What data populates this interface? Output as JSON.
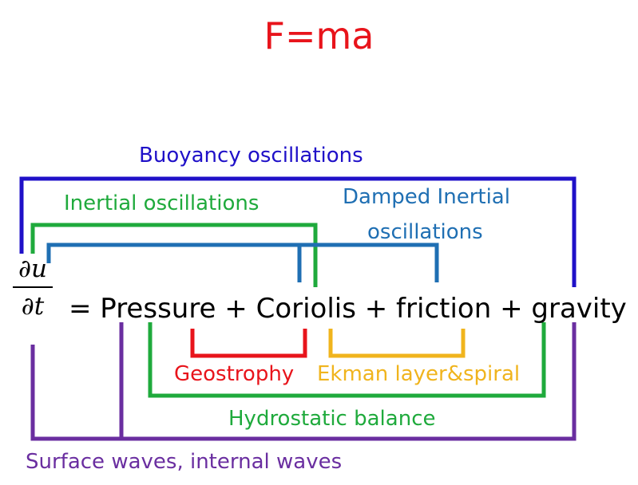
{
  "slide": {
    "title": "F=ma",
    "equation": {
      "lhs_numerator": "∂u",
      "lhs_denominator": "∂t",
      "rhs": "= Pressure + Coriolis + friction + gravity"
    },
    "brackets": [
      {
        "label": "Buoyancy oscillations",
        "color": "#1f10c8"
      },
      {
        "label": "Inertial oscillations",
        "color": "#1faa3c"
      },
      {
        "label_lines": [
          "Damped Inertial",
          "oscillations"
        ],
        "color": "#1f6fb3"
      },
      {
        "label": "Geostrophy",
        "color": "#e8141b"
      },
      {
        "label": "Ekman layer&spiral",
        "color": "#f0b41d"
      },
      {
        "label": "Hydrostatic balance",
        "color": "#1faa3c"
      },
      {
        "label": "Surface waves, internal waves",
        "color": "#6a2ea0"
      }
    ]
  }
}
